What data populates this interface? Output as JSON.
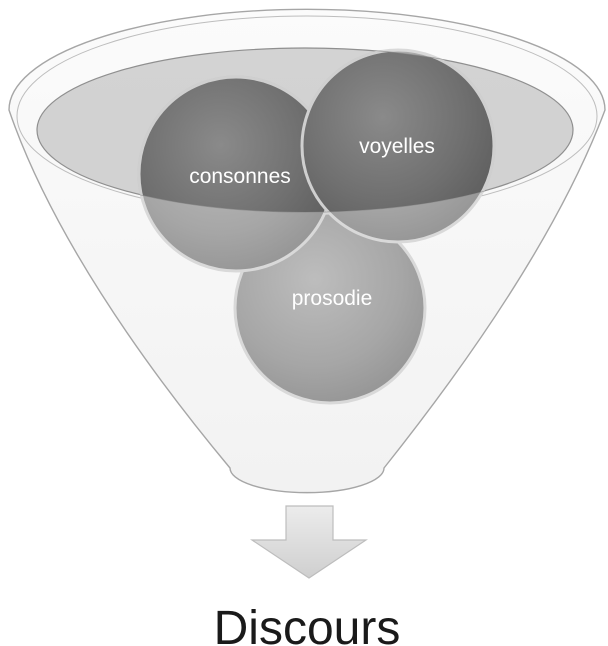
{
  "funnel": {
    "items": [
      {
        "label": "consonnes"
      },
      {
        "label": "voyelles"
      },
      {
        "label": "prosodie"
      }
    ]
  },
  "result": {
    "label": "Discours"
  },
  "colors": {
    "funnel_outline": "#a6a6a6",
    "funnel_fill": "#f7f7f7",
    "funnel_mouth": "#b8b8b8",
    "ball_dark": "#6b6b6b",
    "ball_light": "#a8a8a8",
    "arrow": "#dcdcdc",
    "text_dark": "#1a1a1a"
  }
}
